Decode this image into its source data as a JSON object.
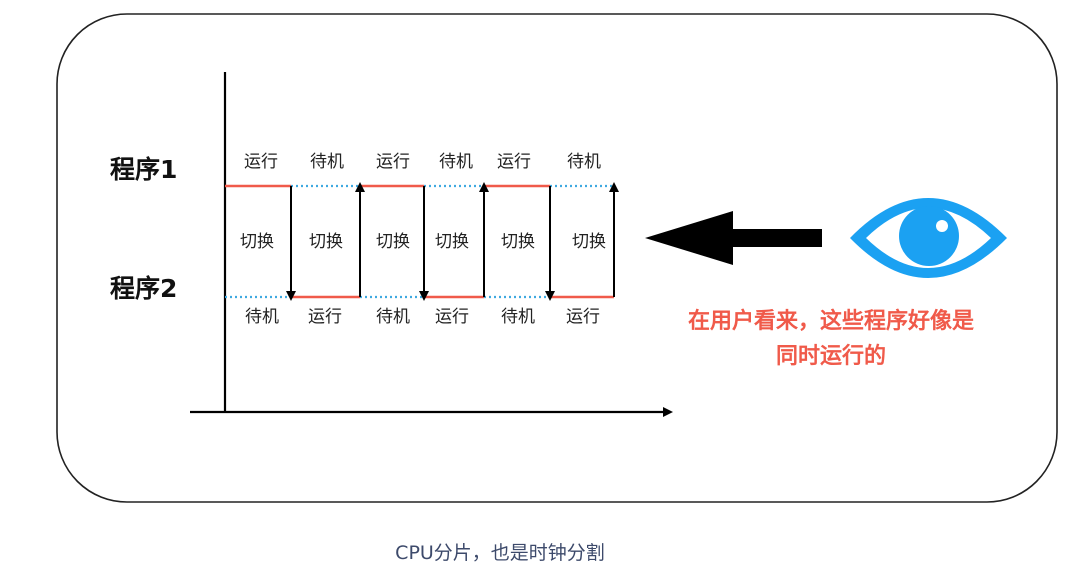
{
  "program1_label": "程序1",
  "program2_label": "程序2",
  "top_states": [
    "运行",
    "待机",
    "运行",
    "待机",
    "运行",
    "待机"
  ],
  "bottom_states": [
    "待机",
    "运行",
    "待机",
    "运行",
    "待机",
    "运行"
  ],
  "switch_labels": [
    "切换",
    "切换",
    "切换",
    "切换",
    "切换",
    "切换"
  ],
  "note_lines": [
    "在用户看来，这些程序好像是",
    "同时运行的"
  ],
  "caption": "CPU分片，也是时钟分割",
  "colors": {
    "running": "#f05a4a",
    "standby": "#3fa9e0",
    "eye": "#1ba1f2",
    "note": "#f05a4a",
    "caption": "#3d4a6b"
  },
  "icons": [
    "eye-icon",
    "arrow-left-icon"
  ]
}
